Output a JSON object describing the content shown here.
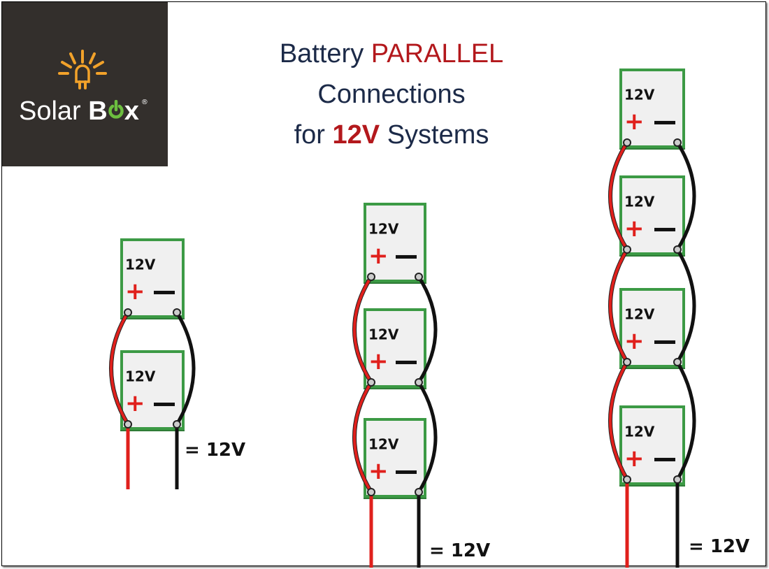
{
  "logo": {
    "brand_part1": "Solar",
    "brand_part2_b": "B",
    "brand_part2_x": "x",
    "registered": "®"
  },
  "title": {
    "line1_a": "Battery ",
    "line1_b": "PARALLEL",
    "line2": "Connections",
    "line3_a": "for ",
    "line3_b": "12V",
    "line3_c": " Systems"
  },
  "battery_label": "12V",
  "plus_sign": "+",
  "minus_sign": "−",
  "groups": [
    {
      "name": "two-batteries",
      "count": 2,
      "output_label": "= 12V"
    },
    {
      "name": "three-batteries",
      "count": 3,
      "output_label": "= 12V"
    },
    {
      "name": "four-batteries",
      "count": 4,
      "output_label": "= 12V"
    }
  ],
  "colors": {
    "positive_wire": "#e0201c",
    "negative_wire": "#111111",
    "battery_case": "#3c9a45",
    "battery_face": "#f0f0f0",
    "title": "#1c2a48",
    "accent": "#b3181c",
    "logo_bg": "#332f2c",
    "logo_green": "#6cbe3f",
    "logo_orange": "#f2a22a"
  }
}
